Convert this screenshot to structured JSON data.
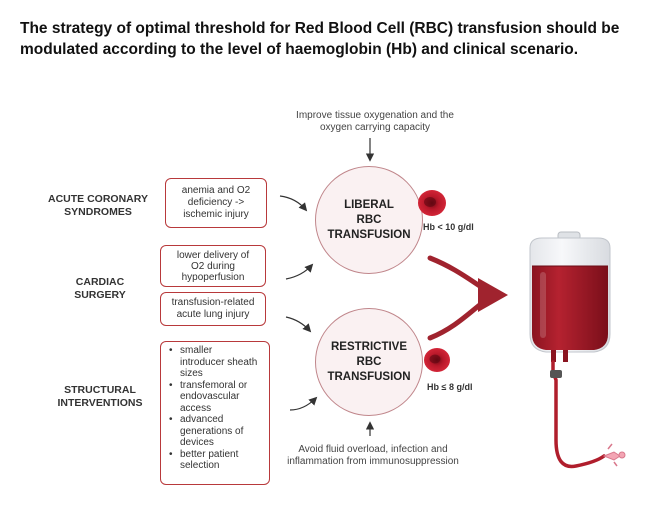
{
  "title": "The strategy of optimal threshold for Red Blood Cell (RBC) transfusion should be modulated according to the level of haemoglobin (Hb) and clinical scenario.",
  "top_note": {
    "line1": "Improve  tissue oxygenation and the",
    "line2": "oxygen carrying capacity"
  },
  "bottom_note": {
    "line1": "Avoid fluid overload, infection and",
    "line2": "inflammation from immunosuppression"
  },
  "categories": {
    "acs": {
      "line1": "ACUTE CORONARY",
      "line2": "SYNDROMES"
    },
    "cardiac": {
      "line1": "CARDIAC",
      "line2": "SURGERY"
    },
    "structural": {
      "line1": "STRUCTURAL",
      "line2": "INTERVENTIONS"
    }
  },
  "boxes": {
    "acs": {
      "line1": "anemia and O2",
      "line2": "deficiency ->",
      "line3": "ischemic injury"
    },
    "cardiac_1": {
      "line1": "lower delivery of",
      "line2": "O2 during",
      "line3": "hypoperfusion"
    },
    "cardiac_2": {
      "line1": "transfusion-related",
      "line2": "acute lung injury"
    },
    "structural": {
      "items": [
        {
          "line1": "smaller",
          "line2": "introducer sheath",
          "line3": "sizes"
        },
        {
          "line1": "transfemoral or",
          "line2": "endovascular",
          "line3": "access"
        },
        {
          "line1": "advanced",
          "line2": "generations of",
          "line3": "devices"
        },
        {
          "line1": "better patient",
          "line2": "selection",
          "line3": ""
        }
      ]
    }
  },
  "liberal": {
    "line1": "LIBERAL",
    "line2": "RBC",
    "line3": "TRANSFUSION",
    "threshold": "Hb < 10 g/dl"
  },
  "restrictive": {
    "line1": "RESTRICTIVE",
    "line2": "RBC",
    "line3": "TRANSFUSION",
    "threshold": "Hb ≤ 8 g/dl"
  },
  "colors": {
    "box_border": "#b8393b",
    "circle_border": "#c0868b",
    "circle_fill": "#faf1f2",
    "blood": "#9e1b26",
    "arrow_big": "#a0232e"
  }
}
